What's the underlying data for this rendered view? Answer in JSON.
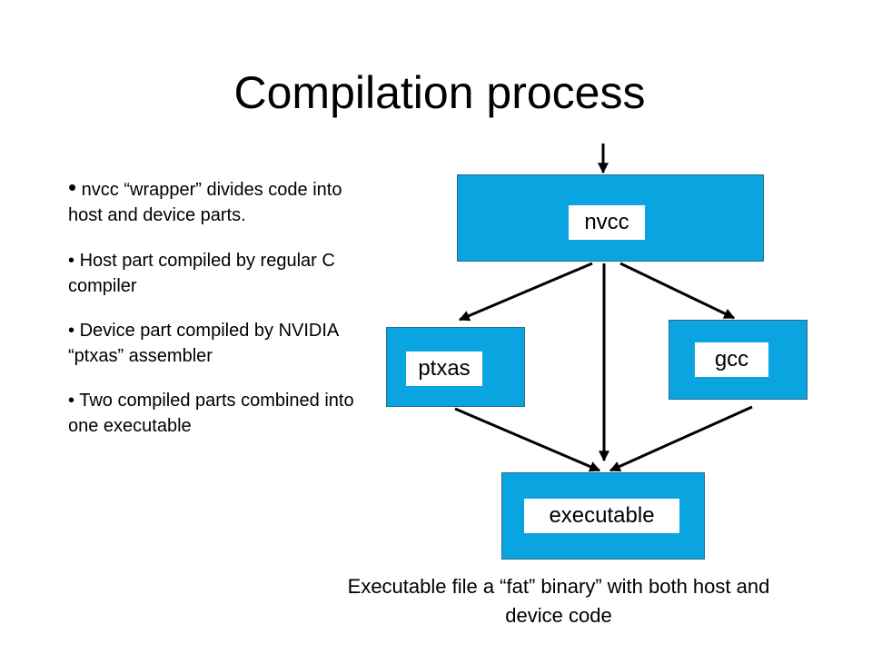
{
  "slide": {
    "title": "Compilation process",
    "bullet_marker": "•",
    "bullets": [
      "nvcc “wrapper” divides code into host and device parts.",
      "Host part  compiled by regular C compiler",
      "Device part compiled by NVIDIA “ptxas” assembler",
      "Two compiled parts combined into one executable"
    ]
  },
  "diagram": {
    "box_color": "#0aa5e0",
    "nodes": {
      "nvcc": "nvcc",
      "ptxas": "ptxas",
      "gcc": "gcc",
      "executable": "executable"
    },
    "caption": "Executable file a “fat” binary” with both host and device code"
  }
}
